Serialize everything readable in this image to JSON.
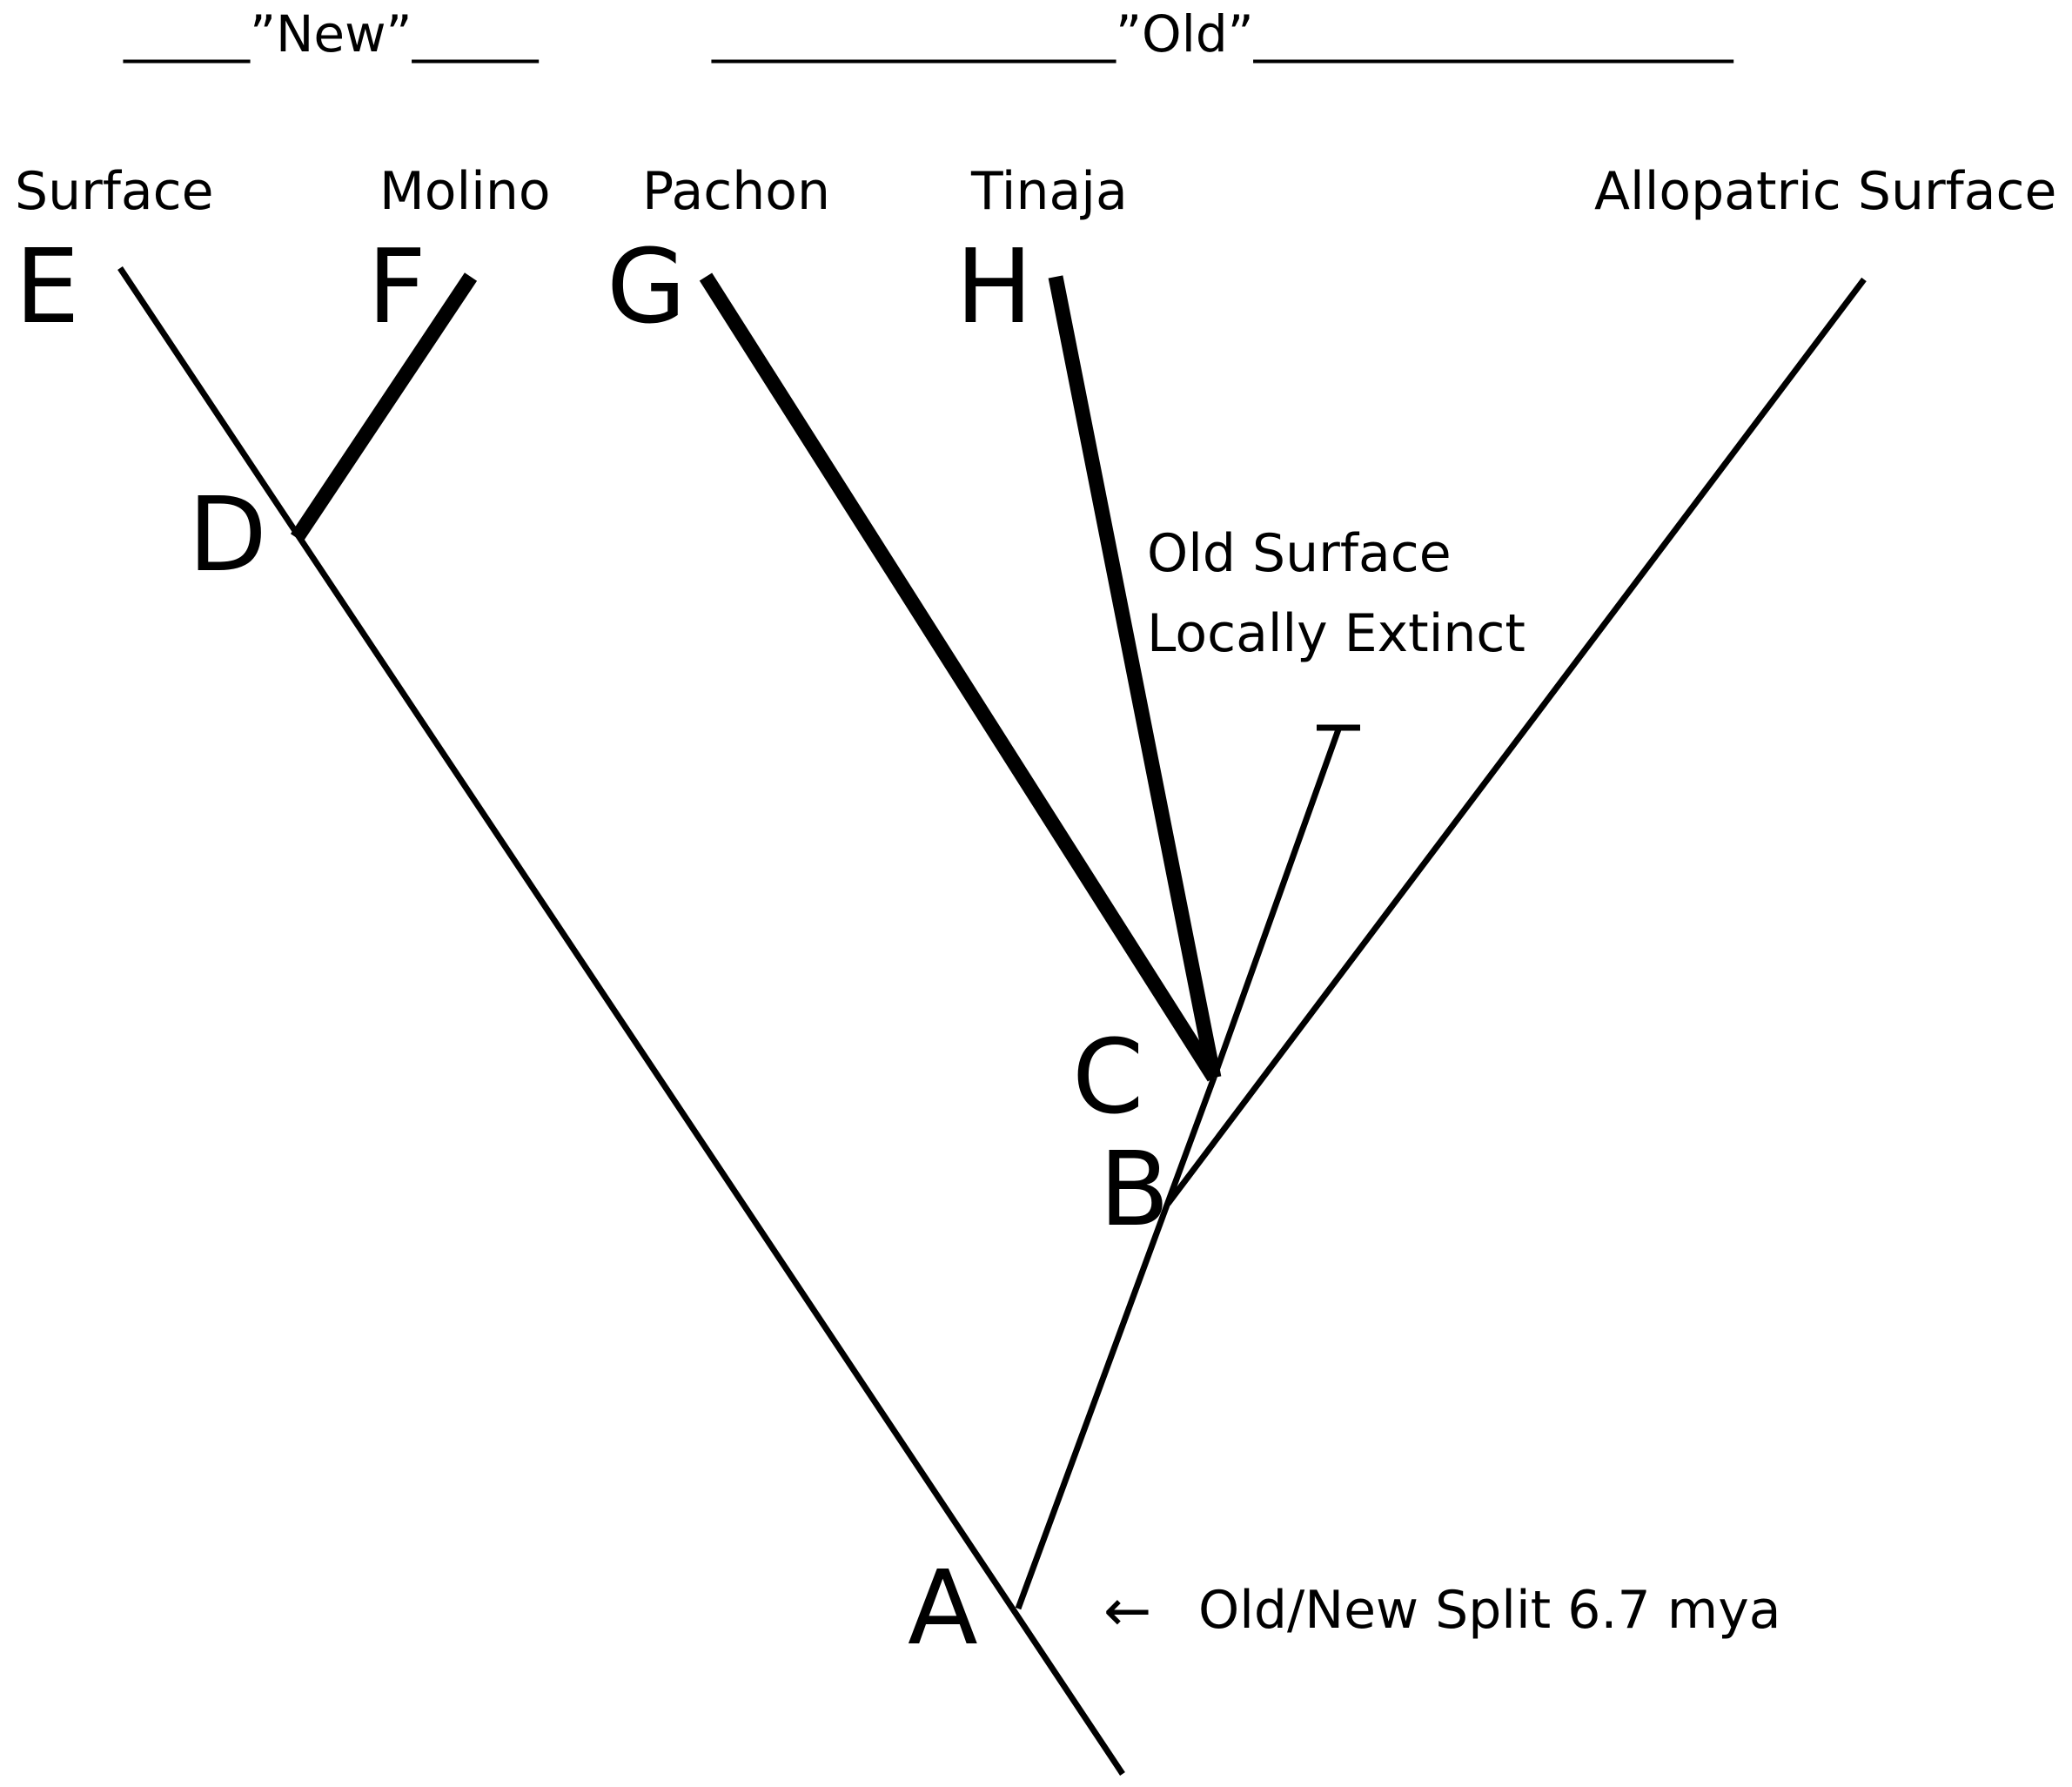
{
  "groups": {
    "new": "_____”New”_____",
    "old": "________________”Old”___________________"
  },
  "taxa": {
    "E": {
      "name": "Surface",
      "letter": "E"
    },
    "F": {
      "name": "Molino",
      "letter": "F"
    },
    "G": {
      "name": "Pachon",
      "letter": "G"
    },
    "H": {
      "name": "Tinaja",
      "letter": "H"
    },
    "allopatric": {
      "name": "Allopatric Surface"
    }
  },
  "nodes": {
    "A": "A",
    "B": "B",
    "C": "C",
    "D": "D"
  },
  "annotations": {
    "extinct_line1": "Old Surface",
    "extinct_line2": "Locally Extinct",
    "split_arrow": "←",
    "split_label": "Old/New Split 6.7 mya"
  },
  "colors": {
    "line": "#000000",
    "background": "#ffffff"
  },
  "cave_lineages": [
    "F",
    "G",
    "H"
  ]
}
